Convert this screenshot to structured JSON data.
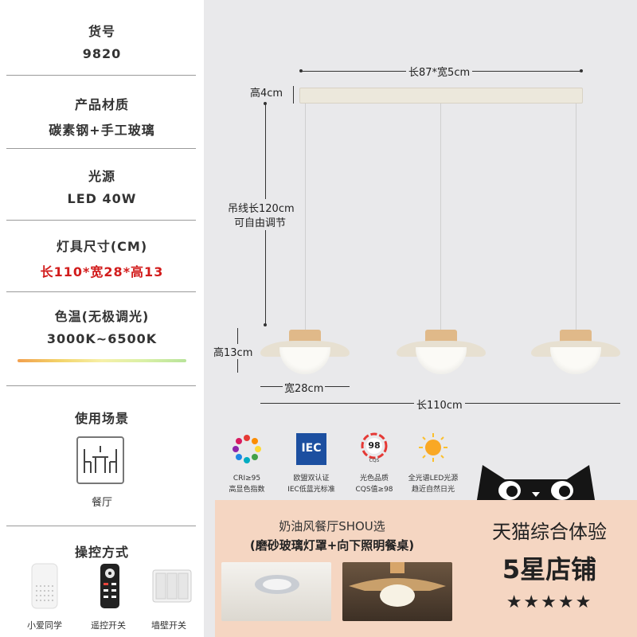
{
  "specs": {
    "item_no_label": "货号",
    "item_no_value": "9820",
    "material_label": "产品材质",
    "material_value": "碳素钢+手工玻璃",
    "light_label": "光源",
    "light_value": "LED 40W",
    "size_label": "灯具尺寸(CM)",
    "size_value": "长110*宽28*高13",
    "color_temp_label": "色温(无极调光)",
    "color_temp_value": "3000K~6500K"
  },
  "scene": {
    "title": "使用场景",
    "label": "餐厅",
    "icon": "dining-room-icon"
  },
  "controls": {
    "title": "操控方式",
    "items": [
      {
        "label": "小爱同学",
        "icon": "smart-speaker-icon"
      },
      {
        "label": "遥控开关",
        "icon": "remote-control-icon"
      },
      {
        "label": "墙壁开关",
        "icon": "wall-switch-icon"
      }
    ]
  },
  "diagram": {
    "top_dim": "长87*宽5cm",
    "height_dim": "高4cm",
    "wire_dim_1": "吊线长120cm",
    "wire_dim_2": "可自由调节",
    "shade_height": "高13cm",
    "shade_width": "宽28cm",
    "total_length": "长110cm"
  },
  "badges": [
    {
      "icon": "color-wheel-icon",
      "line1": "CRI≥95",
      "line2": "高显色指数"
    },
    {
      "icon": "iec-logo-icon",
      "line1": "欧盟双认证",
      "line2": "IEC低蓝光标准",
      "iec_text": "IEC"
    },
    {
      "icon": "cqs-98-icon",
      "line1": "光色品质",
      "line2": "CQS值≥98",
      "num": "98",
      "sub": "CQS"
    },
    {
      "icon": "sun-icon",
      "line1": "全光谱LED光源",
      "line2": "趋近自然日光"
    }
  ],
  "banner": {
    "title": "奶油风餐厅SHOU选",
    "subtitle": "(磨砂玻璃灯罩+向下照明餐桌)",
    "shop_title": "天猫综合体验",
    "shop_rating": "5星店铺",
    "stars": "★★★★★"
  },
  "colors": {
    "accent_red": "#d21c1c",
    "banner_bg": "#f5d6c2",
    "panel_bg": "#e9e9eb"
  }
}
